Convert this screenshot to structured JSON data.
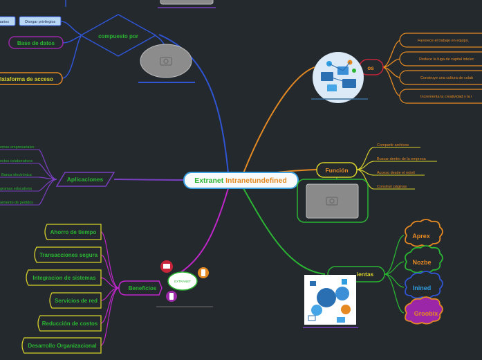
{
  "central": {
    "part1": "Extranet",
    "part2": " Intranetundefined"
  },
  "left_top": {
    "buttons": [
      "uarios",
      "Otorgar privilegios"
    ],
    "compuesto": "compuesto por",
    "base": "Base de datos",
    "plataforma": "lataforma de acceso"
  },
  "aplicaciones": {
    "label": "Aplicaciones",
    "items": [
      "emas empresariales",
      "ectos colaborativos",
      "Banca electrónica",
      "gramas educativos",
      "amiento de pedidos"
    ]
  },
  "beneficios": {
    "label": "Beneficios",
    "items": [
      "Ahorro de tiempo",
      "Transacciones segura",
      "Integracion de sistemas",
      "Servicios de red",
      "Reducción de costos",
      "Desarrollo Organizacional"
    ],
    "cloud_text": "EXTRANET"
  },
  "os": {
    "label": "os",
    "items": [
      "Favorece el trabajo en equipo.",
      "Reduce la fuga de capital intelec",
      "Construye una cultura de colab",
      "Incrementa la creatividad y la i"
    ]
  },
  "funcion": {
    "label": "Función",
    "items": [
      "Compartir archivos",
      "Buscar dentro de la empresa",
      "Acceso desde el móvil",
      "Construir páginas"
    ]
  },
  "herramientas": {
    "label": "ientas",
    "clouds": [
      "Aprex",
      "Nozbe",
      "Inined",
      "Groobix"
    ]
  },
  "colors": {
    "background": "#24292e",
    "green": "#2bb532",
    "yellow": "#d8d12a",
    "orange": "#e58a22",
    "blue": "#2f55d4",
    "purple": "#9b27a8",
    "magenta": "#c026c9",
    "red": "#c7263a",
    "central_border": "#3aa0e0"
  }
}
